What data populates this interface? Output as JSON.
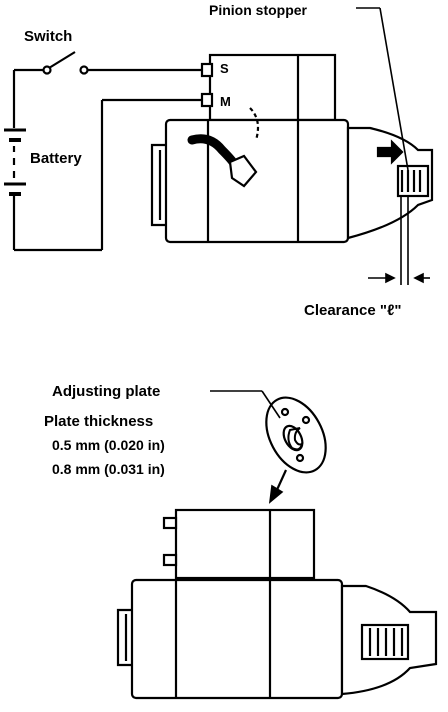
{
  "top_diagram": {
    "switch_label": "Switch",
    "battery_label": "Battery",
    "pinion_stopper_label": "Pinion stopper",
    "terminal_s": "S",
    "terminal_m": "M",
    "clearance_label": "Clearance \"ℓ\""
  },
  "bottom_diagram": {
    "adjusting_plate_label": "Adjusting plate",
    "plate_thickness_label": "Plate thickness",
    "thickness_option_1": "0.5 mm (0.020 in)",
    "thickness_option_2": "0.8 mm (0.031 in)"
  },
  "colors": {
    "ink": "#000000",
    "paper": "#ffffff"
  }
}
